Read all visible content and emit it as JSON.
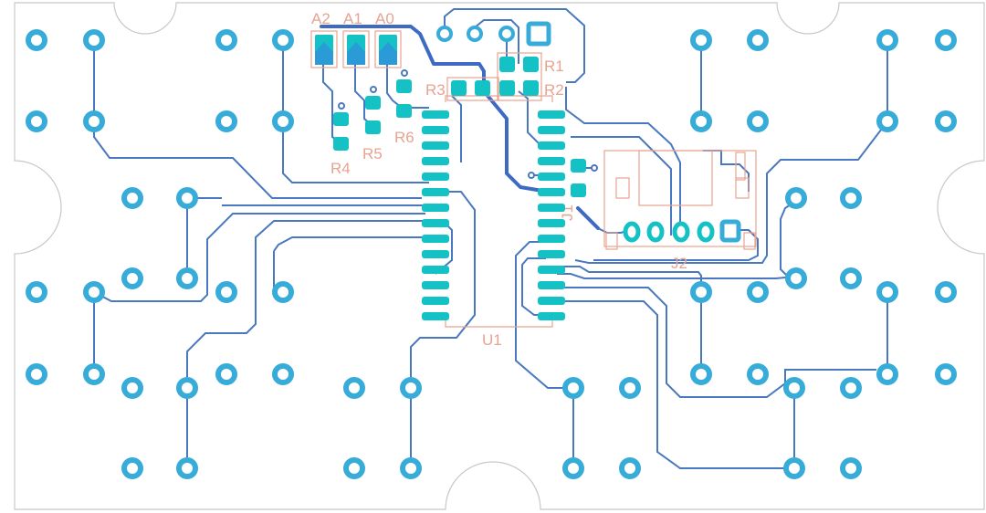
{
  "colors": {
    "background": "#ffffff",
    "outline": "#c8c8c8",
    "pad": "#37acd9",
    "smd_pad": "#14c2c6",
    "trace": "#4a78c0",
    "trace_thick": "#3e6ac4",
    "silk": "#e8a391"
  },
  "labels": {
    "a2": "A2",
    "a1": "A1",
    "a0": "A0",
    "r1": "R1",
    "r2": "R2",
    "r3": "R3",
    "r4": "R4",
    "r5": "R5",
    "r6": "R6",
    "u1": "U1",
    "j2": "J2",
    "j1": "J1"
  }
}
